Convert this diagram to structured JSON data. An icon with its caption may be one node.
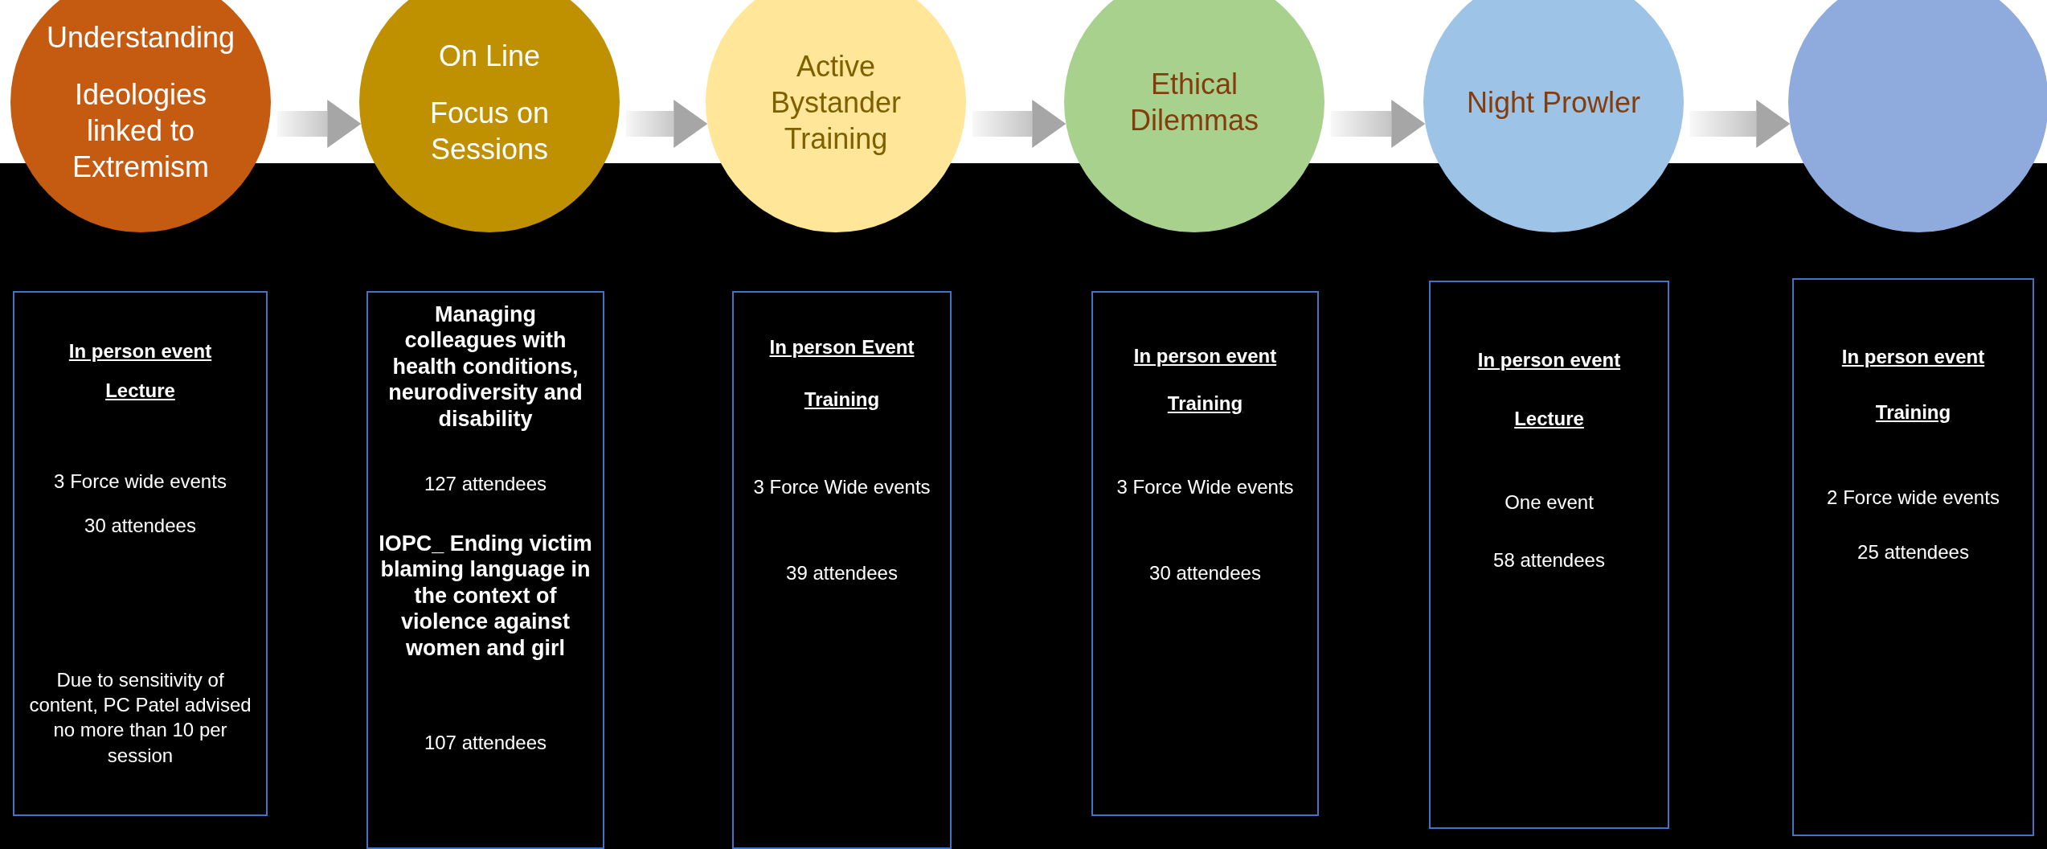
{
  "diagram": {
    "nodes": [
      {
        "text": [
          "Understanding",
          "Ideologies linked to Extremism"
        ]
      },
      {
        "text": [
          "On Line",
          "Focus on Sessions"
        ]
      },
      {
        "text": [
          "Active Bystander Training"
        ]
      },
      {
        "text": [
          "Ethical Dilemmas"
        ]
      },
      {
        "text": [
          "Night Prowler"
        ]
      },
      {
        "text": [],
        "shape": "circle"
      },
      {
        "text": [
          "In person event",
          "Lecture",
          "3 Force wide events",
          "30 attendees",
          "Due to sensitivity of content, PC Patel advised no more than 10 per session"
        ]
      },
      {
        "text": [
          "Managing colleagues with health conditions, neurodiversity and disability",
          "127 attendees",
          "IOPC_ Ending victim blaming language in the context of violence against women and girl",
          "107 attendees"
        ]
      },
      {
        "text": [
          "In person Event",
          "Training",
          "3 Force Wide events",
          "39 attendees"
        ]
      },
      {
        "text": [
          "In person event",
          "Training",
          "3 Force Wide events",
          "30 attendees"
        ]
      },
      {
        "text": [
          "In person event",
          "Lecture",
          "One event",
          "58 attendees"
        ]
      },
      {
        "text": [
          "In person event",
          "Training",
          "2 Force wide events",
          "25 attendees"
        ]
      }
    ],
    "edges": [
      {
        "from": 0,
        "to": 1,
        "arrow": "to"
      },
      {
        "from": 1,
        "to": 2,
        "arrow": "to"
      },
      {
        "from": 2,
        "to": 3,
        "arrow": "to"
      },
      {
        "from": 3,
        "to": 4,
        "arrow": "to"
      },
      {
        "from": 4,
        "to": 5,
        "arrow": "to"
      }
    ]
  }
}
